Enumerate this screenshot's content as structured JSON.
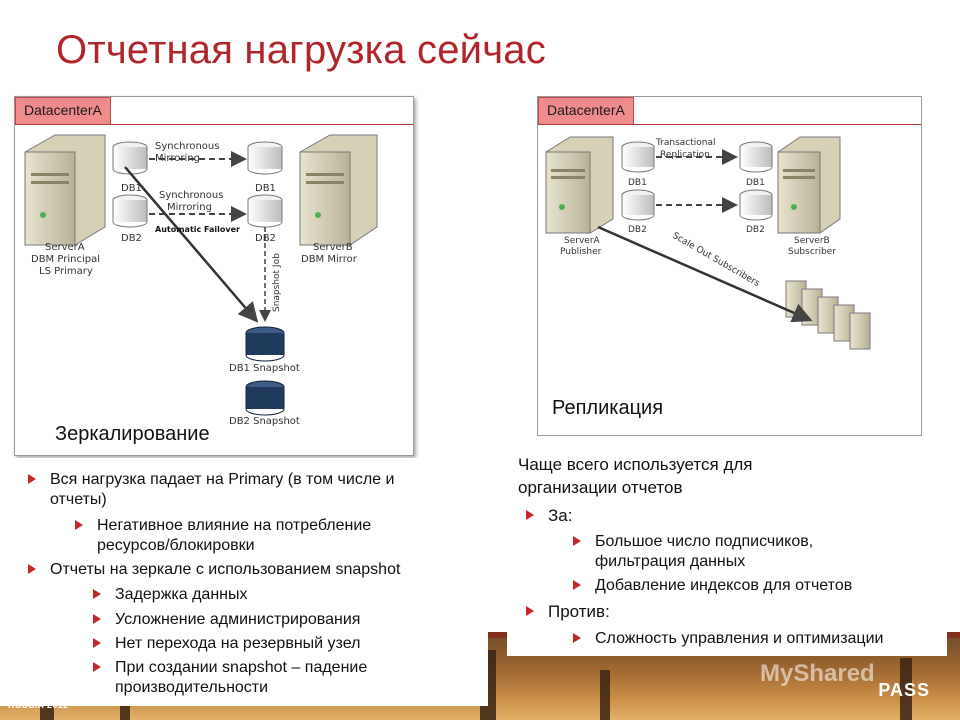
{
  "slide": {
    "title": "Отчетная нагрузка сейчас"
  },
  "left_diagram": {
    "tab": "DatacenterA",
    "caption": "Зеркалирование",
    "labels": {
      "sync1": "Synchronous",
      "mirror1": "Mirroring",
      "sync2": "Synchronous",
      "mirror2": "Mirroring",
      "failover": "Automatic Failover",
      "db1_a": "DB1",
      "db2_a": "DB2",
      "db1_b": "DB1",
      "db2_b": "DB2",
      "server_a_1": "ServerA",
      "server_a_2": "DBM Principal",
      "server_a_3": "LS Primary",
      "server_b_1": "ServerB",
      "server_b_2": "DBM Mirror",
      "snapshot_job": "Snapshot Job",
      "db1_snap": "DB1 Snapshot",
      "db2_snap": "DB2 Snapshot"
    }
  },
  "right_diagram": {
    "tab": "DatacenterA",
    "caption": "Репликация",
    "labels": {
      "trans1": "Transactional",
      "trans2": "Replication",
      "db1_a": "DB1",
      "db2_a": "DB2",
      "db1_b": "DB1",
      "db2_b": "DB2",
      "server_a_1": "ServerA",
      "server_a_2": "Publisher",
      "server_b_1": "ServerB",
      "server_b_2": "Subscriber",
      "scale_out": "Scale Out Subscribers"
    }
  },
  "left_text": {
    "b1": "Вся нагрузка падает на Primary (в том числе и",
    "b1b": "отчеты)",
    "s1": "Негативное влияние на потребление",
    "s1b": "ресурсов/блокировки",
    "b2": "Отчеты на зеркале с использованием snapshot",
    "s2": "Задержка данных",
    "s3": "Усложнение администрирования",
    "s4": "Нет перехода на резервный узел",
    "s5": "При создании snapshot – падение",
    "s5b": "производительности"
  },
  "right_text": {
    "intro1": "Чаще всего используется для",
    "intro2": "организации отчетов",
    "pro": "За:",
    "pro1": "Большое число подписчиков,",
    "pro1b": "фильтрация данных",
    "pro2": "Добавление индексов для отчетов",
    "con": "Против:",
    "con1": "Сложность управления и оптимизации"
  },
  "footer": {
    "left": "RUSSIA 2012",
    "right": "PASS",
    "watermark": "MyShared"
  },
  "colors": {
    "title": "#b0242a",
    "bullet": "#c62828",
    "tab": "#f08c8c",
    "db_snapshot": "#1f3a5c"
  }
}
